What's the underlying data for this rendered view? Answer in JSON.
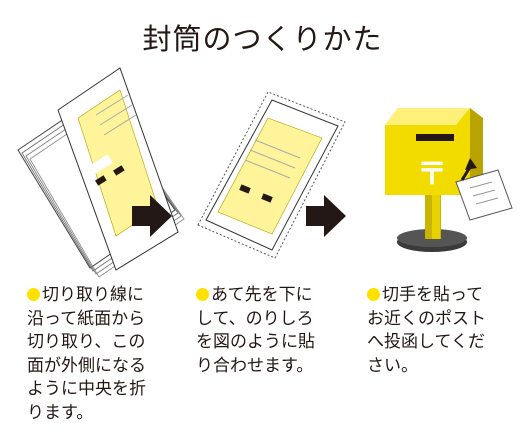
{
  "title": "封筒のつくりかた",
  "steps": [
    {
      "lines": [
        "切り取り線に",
        "沿って紙面から",
        "切り取り、この",
        "面が外側になる",
        "ように中央を折",
        "ります。"
      ]
    },
    {
      "lines": [
        "あて先を下に",
        "して、のりしろ",
        "を図のように貼",
        "り合わせます。"
      ]
    },
    {
      "lines": [
        "切手を貼って",
        "お近くのポスト",
        "へ投函してくだ",
        "さい。"
      ]
    }
  ],
  "colors": {
    "accent_yellow": "#ffe100",
    "paper_yellow": "#fff49a",
    "arrow": "#231815",
    "post_yellow": "#f2dc00"
  },
  "icons": [
    "step-arrow-icon",
    "mailbox-icon",
    "postal-mark-icon"
  ]
}
